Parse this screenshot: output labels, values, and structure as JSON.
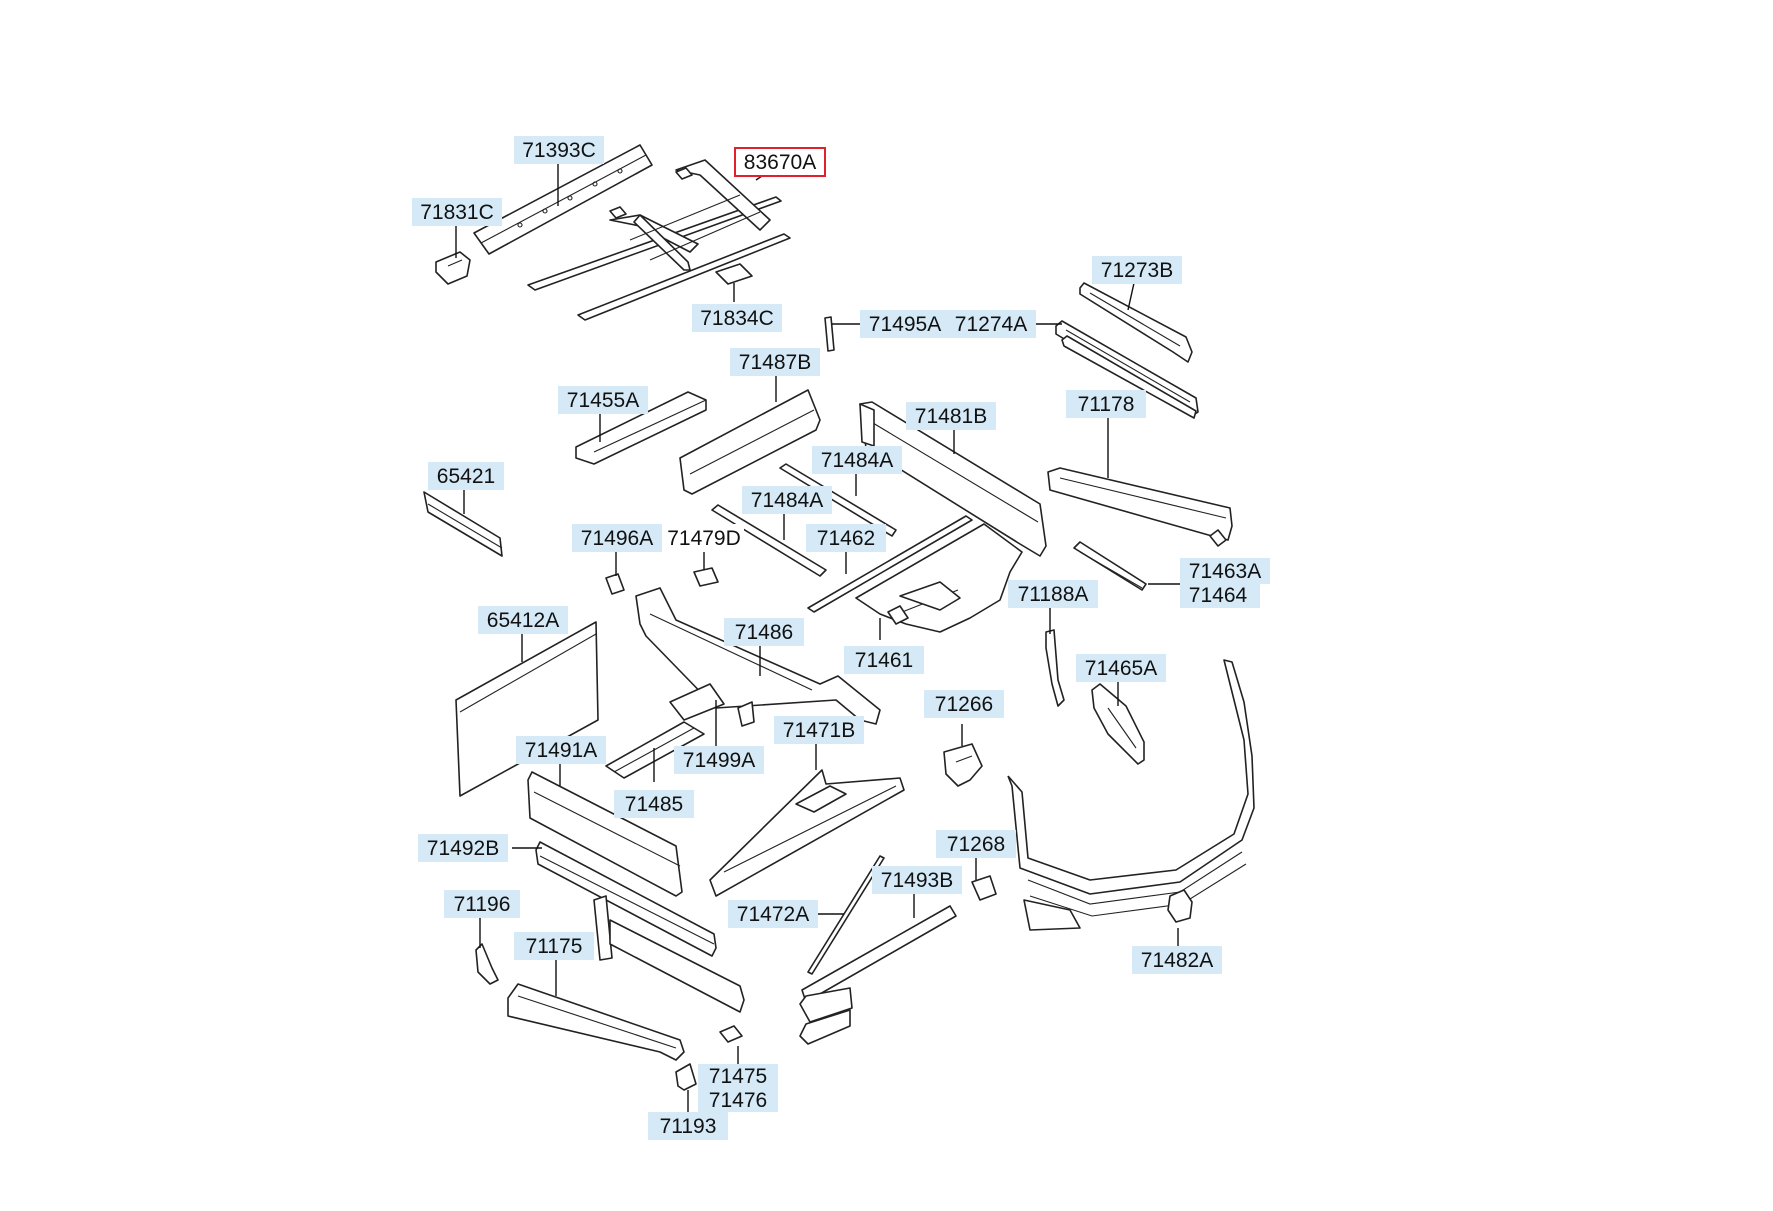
{
  "diagram": {
    "selected_part": "83670A",
    "labels": [
      {
        "id": "71393C"
      },
      {
        "id": "83670A"
      },
      {
        "id": "71831C"
      },
      {
        "id": "71834C"
      },
      {
        "id": "71273B"
      },
      {
        "id": "71495A"
      },
      {
        "id": "71274A"
      },
      {
        "id": "71487B"
      },
      {
        "id": "71455A"
      },
      {
        "id": "71178"
      },
      {
        "id": "71481B"
      },
      {
        "id": "65421"
      },
      {
        "id": "71484A"
      },
      {
        "id": "71484A"
      },
      {
        "id": "71496A"
      },
      {
        "id": "71479D"
      },
      {
        "id": "71462"
      },
      {
        "id": "71463A"
      },
      {
        "id": "71464"
      },
      {
        "id": "71188A"
      },
      {
        "id": "65412A"
      },
      {
        "id": "71486"
      },
      {
        "id": "71461"
      },
      {
        "id": "71465A"
      },
      {
        "id": "71266"
      },
      {
        "id": "71471B"
      },
      {
        "id": "71491A"
      },
      {
        "id": "71499A"
      },
      {
        "id": "71485"
      },
      {
        "id": "71268"
      },
      {
        "id": "71492B"
      },
      {
        "id": "71493B"
      },
      {
        "id": "71196"
      },
      {
        "id": "71472A"
      },
      {
        "id": "71482A"
      },
      {
        "id": "71175"
      },
      {
        "id": "71475"
      },
      {
        "id": "71476"
      },
      {
        "id": "71193"
      }
    ]
  }
}
